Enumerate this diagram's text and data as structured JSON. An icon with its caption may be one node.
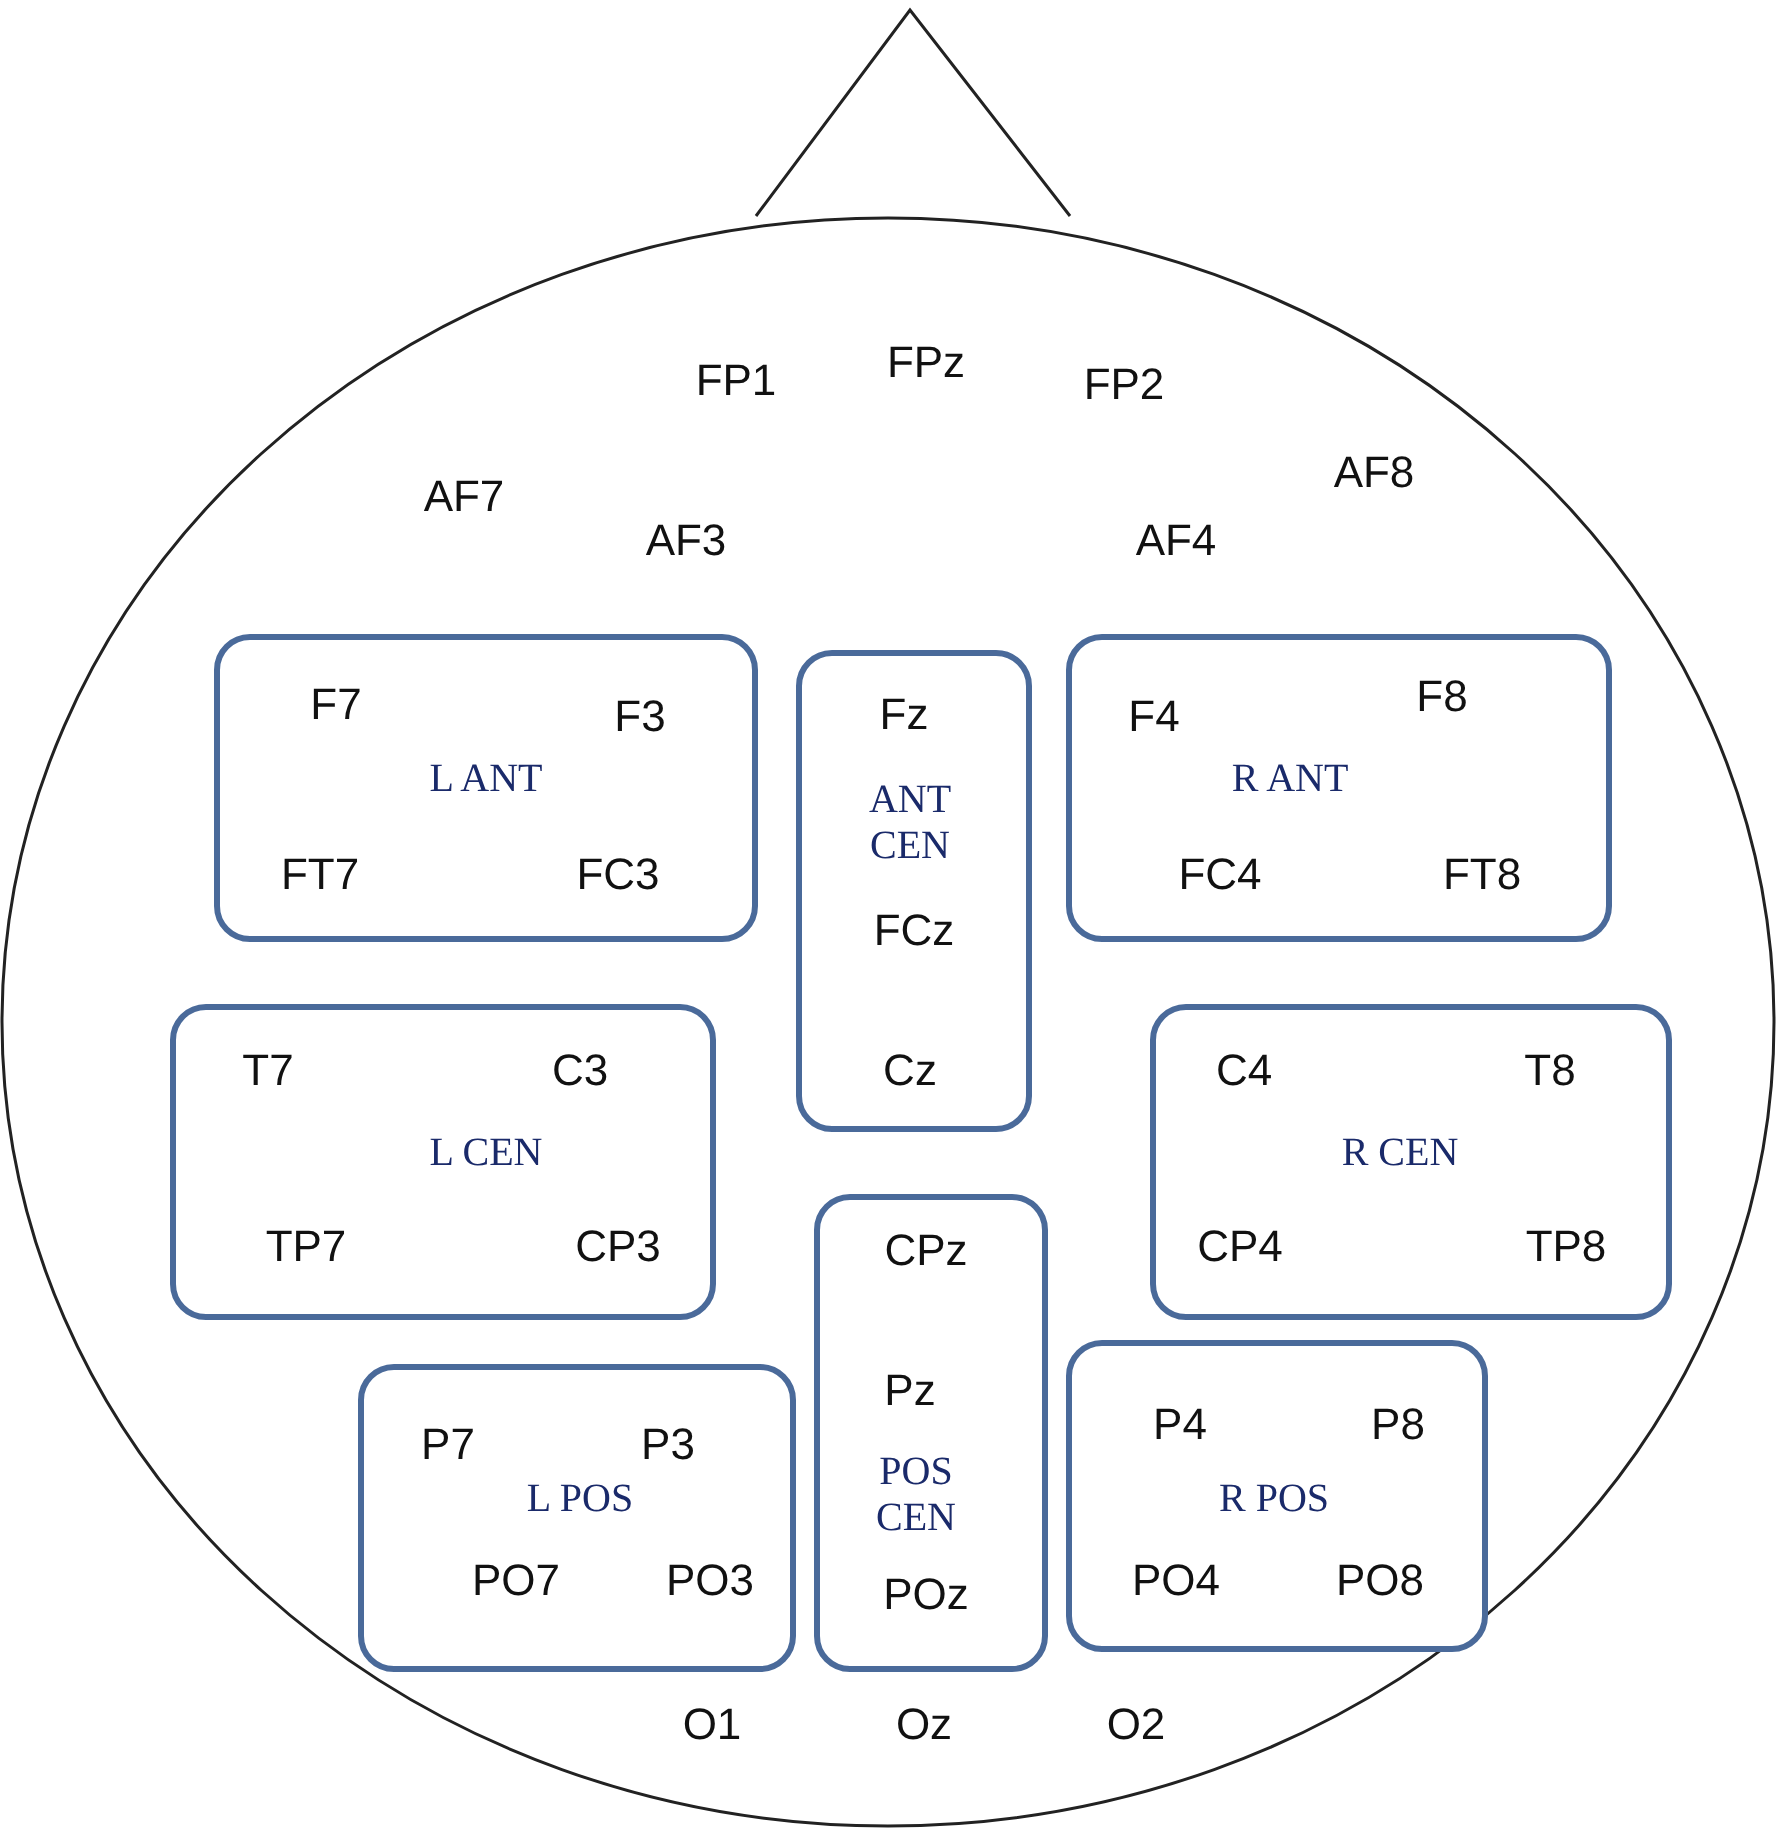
{
  "diagram": {
    "nodes": [
      {
        "text": [
          "FP1",
          "FPz",
          "FP2",
          "AF7",
          "AF3",
          "AF4",
          "AF8",
          "O1",
          "Oz",
          "O2"
        ]
      },
      {
        "text": [
          "F7",
          "F3",
          "L ANT",
          "FT7",
          "FC3"
        ],
        "in": 0
      },
      {
        "text": [
          "Fz",
          "ANT CEN",
          "FCz",
          "Cz"
        ],
        "in": 0
      },
      {
        "text": [
          "F4",
          "F8",
          "R ANT",
          "FC4",
          "FT8"
        ],
        "in": 0
      },
      {
        "text": [
          "T7",
          "C3",
          "L CEN",
          "TP7",
          "CP3"
        ],
        "in": 0
      },
      {
        "text": [
          "C4",
          "T8",
          "R CEN",
          "CP4",
          "TP8"
        ],
        "in": 0
      },
      {
        "text": [
          "CPz",
          "Pz",
          "POS CEN",
          "POz"
        ],
        "in": 0
      },
      {
        "text": [
          "P7",
          "P3",
          "L POS",
          "PO7",
          "PO3"
        ],
        "in": 0
      },
      {
        "text": [
          "P4",
          "P8",
          "R POS",
          "PO4",
          "PO8"
        ],
        "in": 0
      }
    ]
  }
}
